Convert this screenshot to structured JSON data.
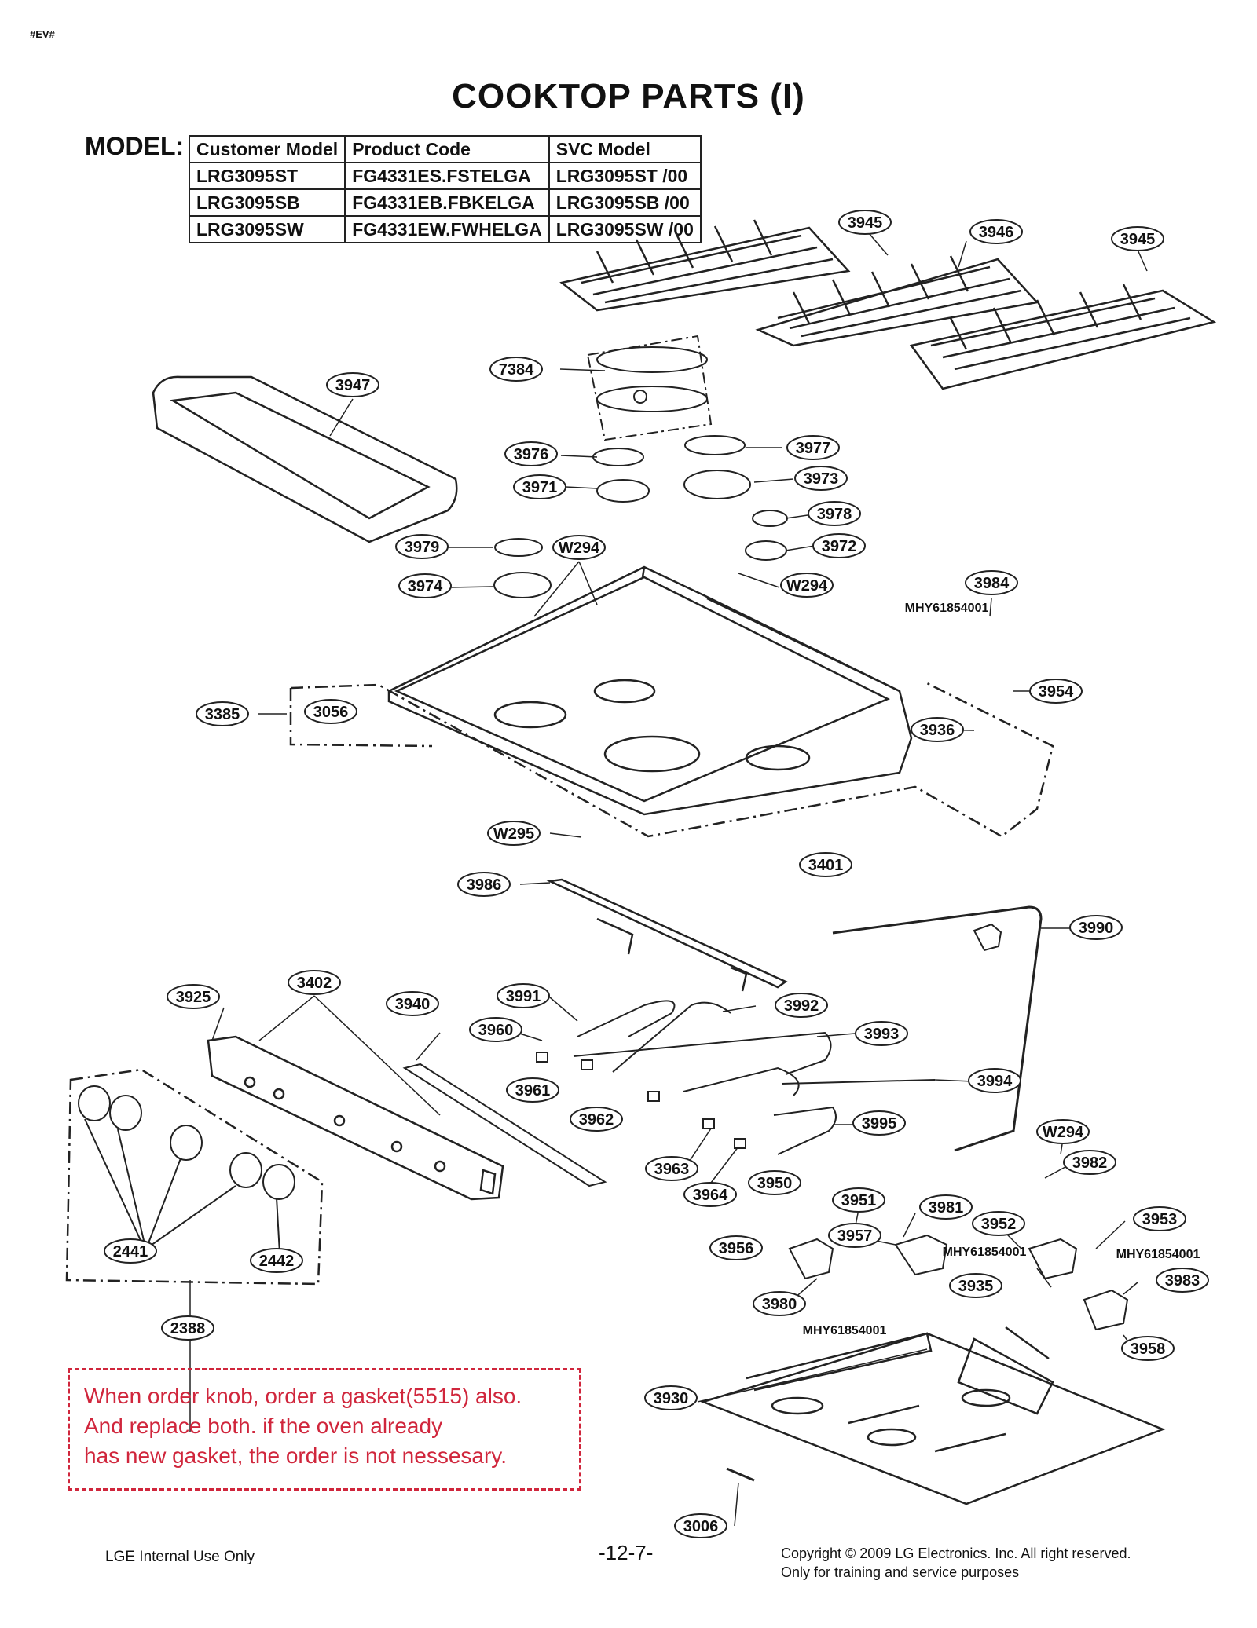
{
  "corner_code": "#EV#",
  "title": "COOKTOP PARTS (I)",
  "model_label": "MODEL:",
  "models_table": {
    "headers": [
      "Customer Model",
      "Product Code",
      "SVC Model"
    ],
    "rows": [
      [
        "LRG3095ST",
        "FG4331ES.FSTELGA",
        "LRG3095ST /00"
      ],
      [
        "LRG3095SB",
        "FG4331EB.FBKELGA",
        "LRG3095SB /00"
      ],
      [
        "LRG3095SW",
        "FG4331EW.FWHELGA",
        "LRG3095SW /00"
      ]
    ]
  },
  "part_labels": [
    "3945",
    "3946",
    "3945",
    "7384",
    "3947",
    "3976",
    "3977",
    "3971",
    "3973",
    "3978",
    "3979",
    "W294",
    "3972",
    "3974",
    "W294",
    "3984",
    "3385",
    "3056",
    "3954",
    "3936",
    "W295",
    "3401",
    "3986",
    "3990",
    "3925",
    "3402",
    "3940",
    "3991",
    "3992",
    "3960",
    "3993",
    "3961",
    "3994",
    "3962",
    "3995",
    "W294",
    "3982",
    "3963",
    "3964",
    "3950",
    "3951",
    "3981",
    "3953",
    "3956",
    "3957",
    "3952",
    "3935",
    "3983",
    "3980",
    "3958",
    "2441",
    "2442",
    "2388",
    "3930",
    "3006"
  ],
  "part_numbers": [
    "MHY61854001",
    "MHY61854001",
    "MHY61854001",
    "MHY61854001"
  ],
  "note_lines": [
    "When order knob, order a gasket(5515) also.",
    "And replace both. if the oven already",
    "has new gasket, the order is not nessesary."
  ],
  "footer": {
    "left": "LGE Internal Use Only",
    "page": "-12-7-",
    "copyright": "Copyright © 2009 LG Electronics. Inc. All right reserved.",
    "copyright2": "Only for training and service purposes"
  },
  "colors": {
    "note": "#d0263c",
    "line": "#222222"
  }
}
